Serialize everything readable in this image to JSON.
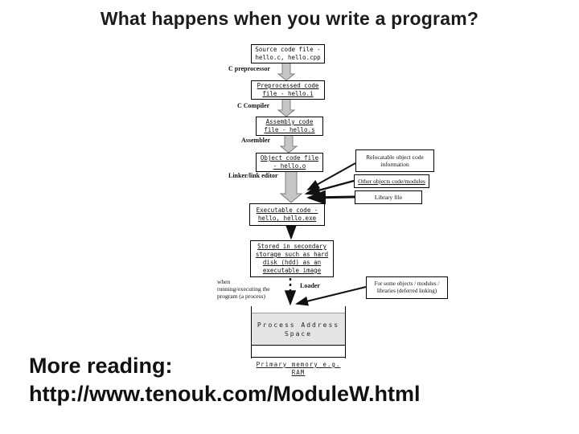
{
  "title": "What happens when you write a program?",
  "footer": {
    "more_reading": "More reading:",
    "url": "http://www.tenouk.com/ModuleW.html"
  },
  "diagram": {
    "stage_labels": {
      "preprocessor": "C preprocessor",
      "compiler": "C Compiler",
      "assembler": "Assembler",
      "linker": "Linker/link editor",
      "loader": "Loader",
      "running": "when running/executing the\nprogram (a process)"
    },
    "boxes": {
      "source": "Source code file -\nhello.c, hello.cpp",
      "preprocessed": "Preprocessed code\nfile - hello.i",
      "assembly": "Assembly code\nfile - hello.s",
      "object": "Object code file\n- hello.o",
      "executable": "Executable code -\nhello, hello.exe",
      "relocatable": "Relocatable object code\ninformation",
      "other_objects": "Other objects code/modules",
      "library": "Library file",
      "stored": "Stored in secondary\nstorage such as hard\ndisk (hdd) as an\nexecutable image",
      "deferred": "For some objects / modules /\nlibraries (deferred linking)",
      "process_address": "Process Address\nSpace",
      "primary_memory": "Primary memory e.g.\nRAM"
    },
    "colors": {
      "block_arrow_fill": "#c6c6c6",
      "block_arrow_stroke": "#7d7d7d",
      "box_border": "#000000",
      "memory_fill": "#e4e4e4"
    }
  }
}
